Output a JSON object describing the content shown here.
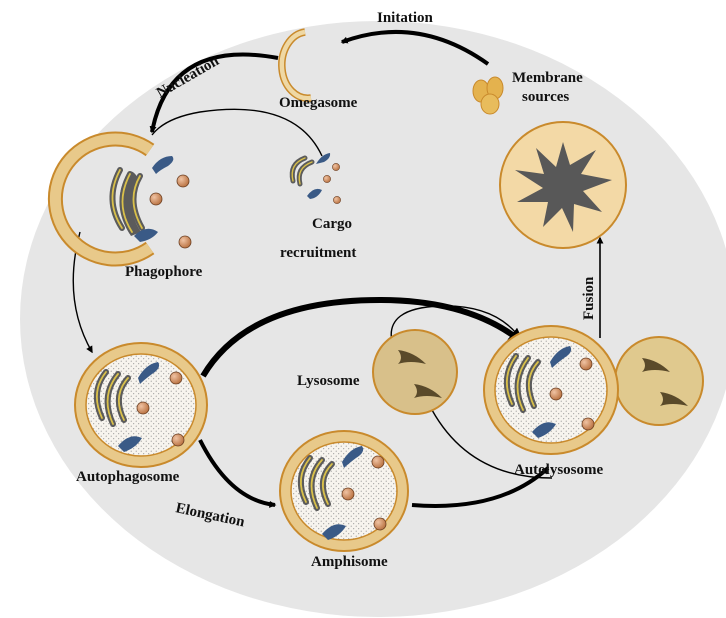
{
  "labels": {
    "initiation": "Initation",
    "nucleation": "Nucleation",
    "omegasome": "Omegasome",
    "membrane_line1": "Membrane",
    "membrane_line2": "sources",
    "cargo_line1": "Cargo",
    "cargo_line2": "recruitment",
    "phagophore": "Phagophore",
    "fusion": "Fusion",
    "lysosome": "Lysosome",
    "autophagosome": "Autophagosome",
    "elongation": "Elongation",
    "amphisome": "Amphisome",
    "autolysosome": "Autolysosome"
  },
  "colors": {
    "cell_background": "#e6e6e6",
    "membrane_fill": "#e8c98a",
    "membrane_stroke": "#c98a2c",
    "lumen_fill": "#f7f4ee",
    "autolysosome_fill": "#f3d9a6",
    "lysosome_fill": "#d8c08a",
    "cargo_protein": "#3a5a86",
    "cargo_particle": "#c9855f",
    "mitochondrion_outer": "#5b5b5b",
    "mitochondrion_inner": "#d9c04a",
    "degraded_debris": "#585858",
    "arrow": "#000000"
  }
}
